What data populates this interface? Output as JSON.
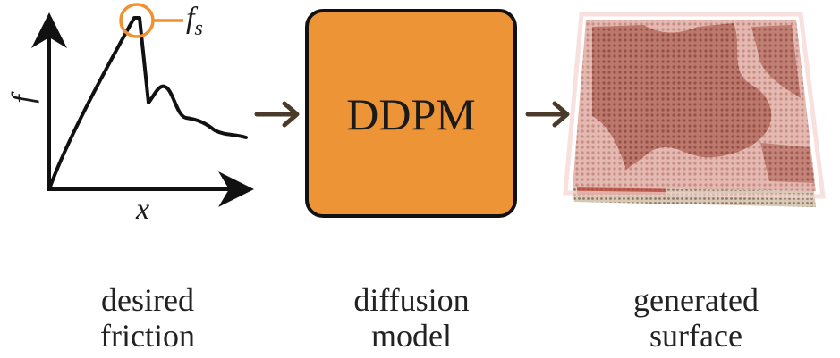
{
  "friction_plot": {
    "y_label": "f",
    "x_label": "x",
    "peak_label_main": "f",
    "peak_label_sub": "s"
  },
  "model_box": {
    "label": "DDPM",
    "fill_color": "#ED9437"
  },
  "captions": {
    "left": [
      "desired",
      "friction"
    ],
    "middle": [
      "diffusion",
      "model"
    ],
    "right": [
      "generated",
      "surface"
    ]
  },
  "colors": {
    "arrow": "#4A3A2A",
    "highlight_circle": "#F0902E",
    "surface_red": "#B86A5E",
    "surface_light": "#E8C4BE"
  }
}
